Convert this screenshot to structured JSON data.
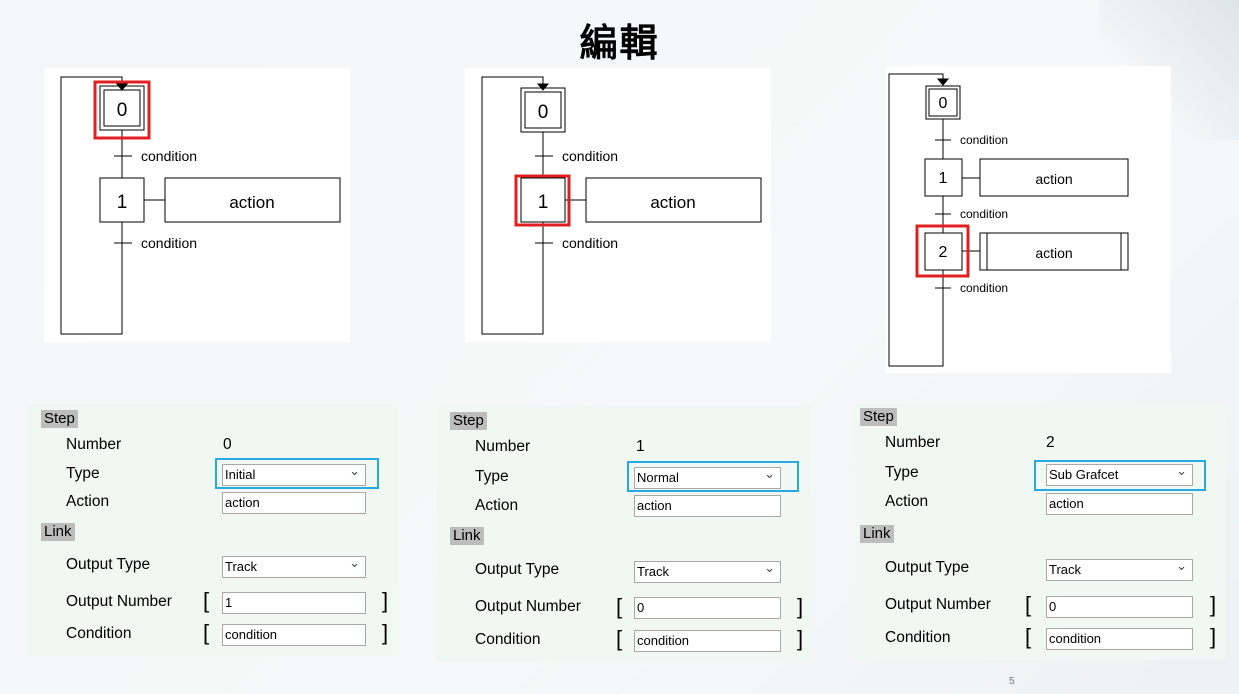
{
  "title": "編輯",
  "page_number": "5",
  "highlight_colors": {
    "diagram": "#e02020",
    "panel": "#27a9e1"
  },
  "diagrams": [
    {
      "steps": [
        "0",
        "1"
      ],
      "conditions": [
        "condition",
        "condition"
      ],
      "actions": [
        "action"
      ],
      "highlighted_step": "0"
    },
    {
      "steps": [
        "0",
        "1"
      ],
      "conditions": [
        "condition",
        "condition"
      ],
      "actions": [
        "action"
      ],
      "highlighted_step": "1"
    },
    {
      "steps": [
        "0",
        "1",
        "2"
      ],
      "conditions": [
        "condition",
        "condition",
        "condition"
      ],
      "actions": [
        "action",
        "action"
      ],
      "highlighted_step": "2"
    }
  ],
  "panels": [
    {
      "step_header": "Step",
      "link_header": "Link",
      "number_label": "Number",
      "number": "0",
      "type_label": "Type",
      "type": "Initial",
      "action_label": "Action",
      "action": "action",
      "output_type_label": "Output Type",
      "output_type": "Track",
      "output_number_label": "Output Number",
      "output_number": "1",
      "condition_label": "Condition",
      "condition": "condition",
      "bracket_open": "[",
      "bracket_close": "]"
    },
    {
      "step_header": "Step",
      "link_header": "Link",
      "number_label": "Number",
      "number": "1",
      "type_label": "Type",
      "type": "Normal",
      "action_label": "Action",
      "action": "action",
      "output_type_label": "Output Type",
      "output_type": "Track",
      "output_number_label": "Output Number",
      "output_number": "0",
      "condition_label": "Condition",
      "condition": "condition",
      "bracket_open": "[",
      "bracket_close": "]"
    },
    {
      "step_header": "Step",
      "link_header": "Link",
      "number_label": "Number",
      "number": "2",
      "type_label": "Type",
      "type": "Sub Grafcet",
      "action_label": "Action",
      "action": "action",
      "output_type_label": "Output Type",
      "output_type": "Track",
      "output_number_label": "Output Number",
      "output_number": "0",
      "condition_label": "Condition",
      "condition": "condition",
      "bracket_open": "[",
      "bracket_close": "]"
    }
  ]
}
